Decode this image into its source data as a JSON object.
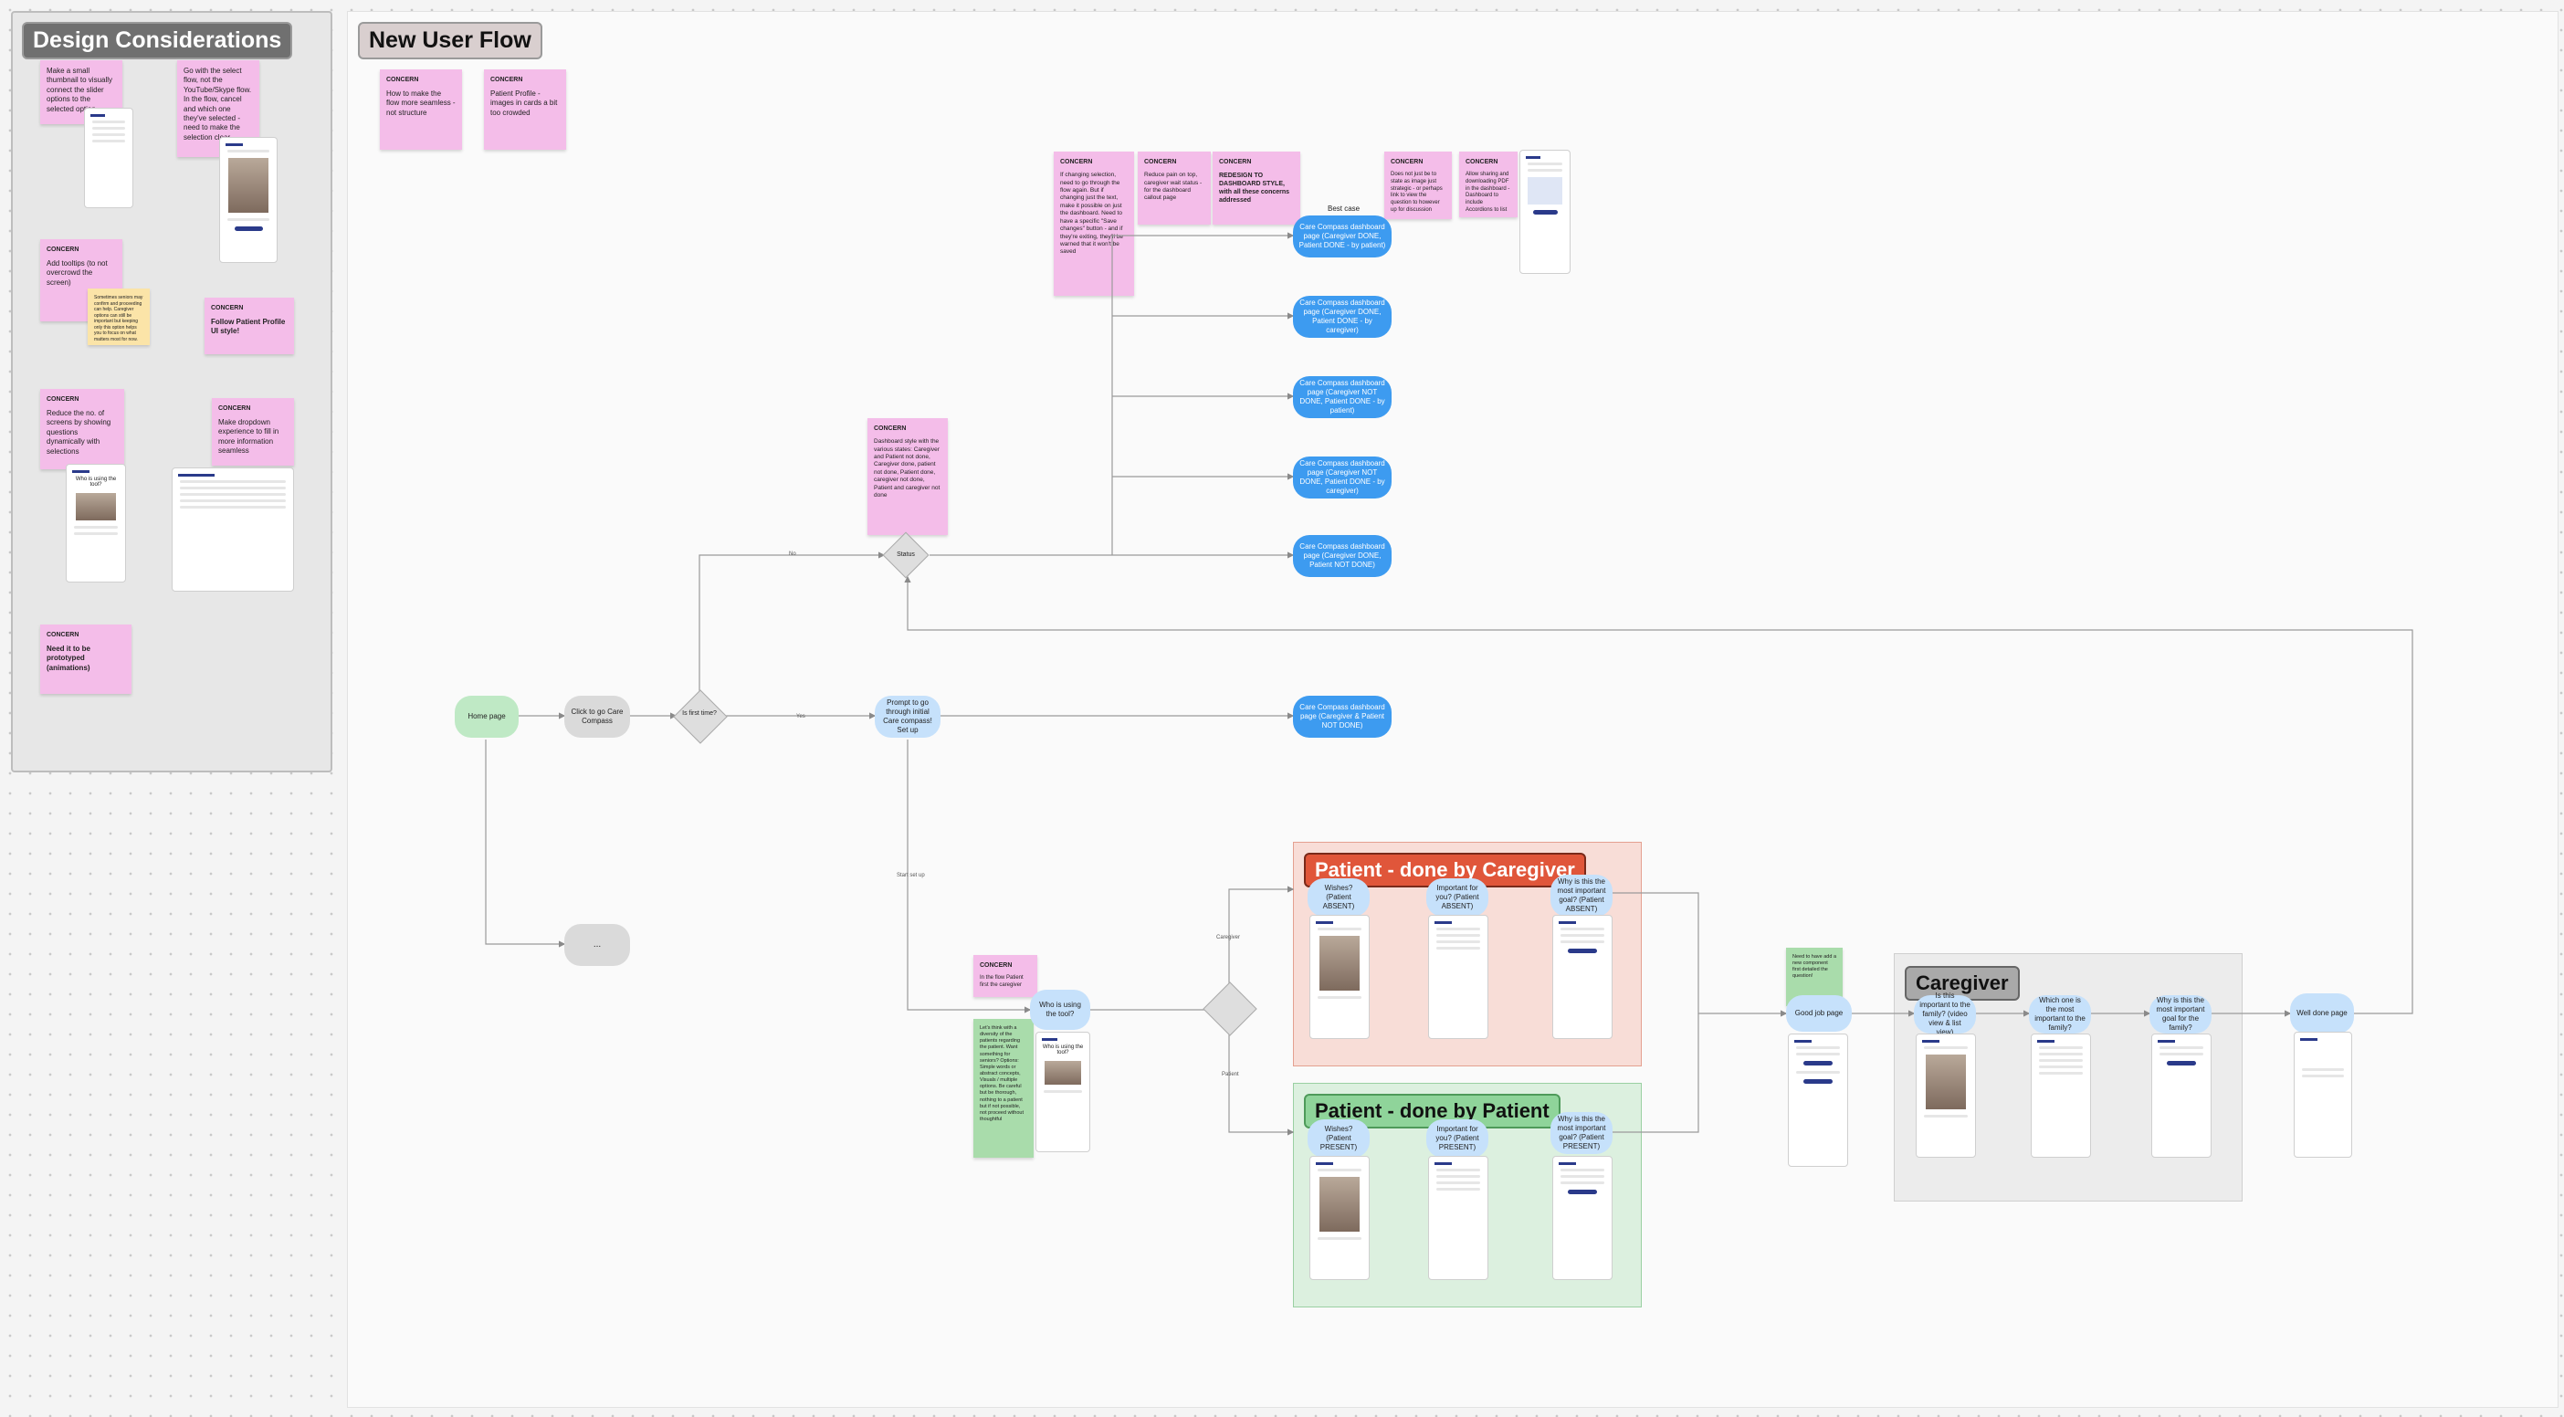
{
  "sections": {
    "design": "Design Considerations",
    "flow": "New User Flow",
    "patient_caregiver": "Patient - done by Caregiver",
    "patient_patient": "Patient - done by Patient",
    "caregiver": "Caregiver"
  },
  "left_stickies": [
    {
      "head": "",
      "body": "Make a small thumbnail to visually connect the slider options to the selected option"
    },
    {
      "head": "",
      "body": "Go with the select flow, not the YouTube/Skype flow. In the flow, cancel and which one they've selected - need to make the selection clear"
    },
    {
      "head": "CONCERN",
      "body": "Add tooltips (to not overcrowd the screen)"
    },
    {
      "head": "",
      "body": "Sometimes seniors may confirm and proceeding can help. Caregiver options can still be important but keeping only this option helps you to focus on what matters most for now."
    },
    {
      "head": "CONCERN",
      "body": "Follow Patient Profile UI style!"
    },
    {
      "head": "CONCERN",
      "body": "Reduce the no. of screens by showing questions dynamically with selections"
    },
    {
      "head": "CONCERN",
      "body": "Make dropdown experience to fill in more information seamless"
    },
    {
      "head": "CONCERN",
      "body": "Need it to be prototyped (animations)"
    }
  ],
  "top_stickies": [
    {
      "head": "CONCERN",
      "body": "How to make the flow more seamless - not structure"
    },
    {
      "head": "CONCERN",
      "body": "Patient Profile - images in cards a bit too crowded"
    }
  ],
  "upper_stickies": [
    {
      "head": "CONCERN",
      "body": "If changing selection, need to go through the flow again. But if changing just the text, make it possible on just the dashboard. Need to have a specific \"Save changes\" button - and if they're exiting, they'll be warned that it won't be saved"
    },
    {
      "head": "CONCERN",
      "body": "Reduce pain on top, caregiver wait status - for the dashboard callout page"
    },
    {
      "head": "CONCERN",
      "body": "REDESIGN TO DASHBOARD STYLE, with all these concerns addressed"
    },
    {
      "head": "CONCERN",
      "body": "Does not just be to state as image just strategic - or perhaps link to view the question to however up for discussion"
    },
    {
      "head": "CONCERN",
      "body": "Allow sharing and downloading PDF in the dashboard - Dashboard to include Accordions to list"
    },
    {
      "head": "CONCERN",
      "body": "Dashboard style with the various states: Caregiver and Patient not done, Caregiver done, patient not done, Patient done, caregiver not done, Patient and caregiver not done"
    },
    {
      "head": "CONCERN",
      "body": "In the flow Patient first the caregiver"
    }
  ],
  "green_stickies": [
    {
      "body": "Let's think with a diversity of the patients regarding the patient. Want something for seniors? Options: Simple words or abstract concepts, Visuals / multiple options. Be careful but be thorough, nothing to a patient but if not possible, not proceed without thoughtful"
    },
    {
      "body": "Need to have add a new component first detailed the question!"
    }
  ],
  "best_case": "Best case",
  "nodes": {
    "home": "Home page",
    "click": "Click to go Care Compass",
    "first_time": "Is first time?",
    "status": "Status",
    "prompt": "Prompt to go through initial Care compass! Set up",
    "ellipsis": "...",
    "who": "Who is using the tool?",
    "good_job": "Good job page",
    "well_done": "Well done page",
    "dash_not_done": "Care Compass dashboard page (Caregiver & Patient NOT DONE)"
  },
  "dashboards": [
    "Care Compass dashboard page (Caregiver DONE, Patient DONE - by patient)",
    "Care Compass dashboard page (Caregiver DONE, Patient DONE - by caregiver)",
    "Care Compass dashboard page (Caregiver NOT DONE, Patient DONE - by patient)",
    "Care Compass dashboard page (Caregiver NOT DONE, Patient DONE - by caregiver)",
    "Care Compass dashboard page (Caregiver DONE, Patient NOT DONE)"
  ],
  "caregiver_steps": [
    "Wishes? (Patient ABSENT)",
    "Important for you? (Patient ABSENT)",
    "Why is this the most important goal? (Patient ABSENT)"
  ],
  "patient_steps": [
    "Wishes? (Patient PRESENT)",
    "Important for you? (Patient PRESENT)",
    "Why is this the most important goal? (Patient PRESENT)"
  ],
  "caregiver_flow": [
    "Is this important to the family? (video view & list view)",
    "Which one is the most important to the family?",
    "Why is this the most important goal for the family?"
  ],
  "edge_labels": {
    "no": "No",
    "yes": "Yes",
    "start_setup": "Start set up",
    "caregiver": "Caregiver",
    "patient": "Patient"
  },
  "colors": {
    "sticky_pink": "#f4bde9",
    "dashboard_blue": "#3d9bf0",
    "caregiver_red": "#e0563a",
    "patient_green": "#8fd49a"
  }
}
